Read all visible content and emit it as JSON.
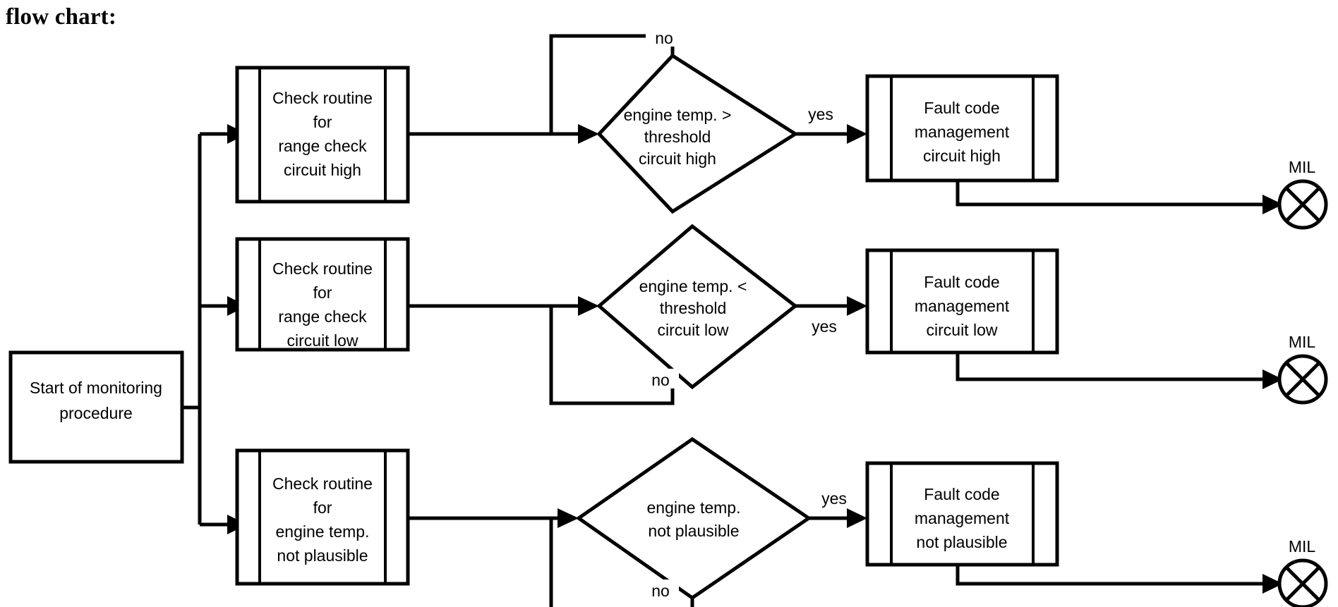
{
  "page": {
    "title": "flow chart:",
    "background_color": "#ffffff",
    "stroke_color": "#000000"
  },
  "chart_data": {
    "type": "diagram",
    "diagram_kind": "flowchart",
    "title": "flow chart:",
    "description": "Engine temperature sensor monitoring procedure with three parallel diagnostic branches: circuit high range check, circuit low range check, and plausibility check. Each branch evaluates a decision; a 'yes' result leads to fault code management which illuminates the MIL lamp, and a 'no' result loops back to re-enter the decision.",
    "nodes": [
      {
        "id": "start",
        "shape": "rectangle",
        "lines": [
          "Start of monitoring",
          "procedure"
        ]
      },
      {
        "id": "check-high",
        "shape": "predefined-process",
        "lines": [
          "Check routine",
          "for",
          "range check",
          "circuit high"
        ]
      },
      {
        "id": "check-low",
        "shape": "predefined-process",
        "lines": [
          "Check routine",
          "for",
          "range check",
          "circuit low"
        ]
      },
      {
        "id": "check-plaus",
        "shape": "predefined-process",
        "lines": [
          "Check routine",
          "for",
          "engine temp.",
          "not plausible"
        ]
      },
      {
        "id": "decision-high",
        "shape": "diamond",
        "lines": [
          "engine temp. >",
          "threshold",
          "circuit high"
        ]
      },
      {
        "id": "decision-low",
        "shape": "diamond",
        "lines": [
          "engine temp. <",
          "threshold",
          "circuit low"
        ]
      },
      {
        "id": "decision-plaus",
        "shape": "diamond",
        "lines": [
          "engine temp.",
          "not plausible"
        ]
      },
      {
        "id": "fault-high",
        "shape": "predefined-process",
        "lines": [
          "Fault code",
          "management",
          "circuit high"
        ]
      },
      {
        "id": "fault-low",
        "shape": "predefined-process",
        "lines": [
          "Fault code",
          "management",
          "circuit low"
        ]
      },
      {
        "id": "fault-plaus",
        "shape": "predefined-process",
        "lines": [
          "Fault code",
          "management",
          "not plausible"
        ]
      },
      {
        "id": "mil-high",
        "shape": "crossed-circle",
        "label": "MIL"
      },
      {
        "id": "mil-low",
        "shape": "crossed-circle",
        "label": "MIL"
      },
      {
        "id": "mil-plaus",
        "shape": "crossed-circle",
        "label": "MIL"
      }
    ],
    "edges": [
      {
        "from": "start",
        "to": "check-high",
        "label": ""
      },
      {
        "from": "start",
        "to": "check-low",
        "label": ""
      },
      {
        "from": "start",
        "to": "check-plaus",
        "label": ""
      },
      {
        "from": "check-high",
        "to": "decision-high",
        "label": ""
      },
      {
        "from": "check-low",
        "to": "decision-low",
        "label": ""
      },
      {
        "from": "check-plaus",
        "to": "decision-plaus",
        "label": ""
      },
      {
        "from": "decision-high",
        "to": "fault-high",
        "label": "yes"
      },
      {
        "from": "decision-high",
        "to": "decision-high",
        "label": "no",
        "route": "top-loop"
      },
      {
        "from": "decision-low",
        "to": "fault-low",
        "label": "yes"
      },
      {
        "from": "decision-low",
        "to": "decision-low",
        "label": "no",
        "route": "bottom-loop"
      },
      {
        "from": "decision-plaus",
        "to": "fault-plaus",
        "label": "yes"
      },
      {
        "from": "decision-plaus",
        "to": "decision-plaus",
        "label": "no",
        "route": "bottom-loop"
      },
      {
        "from": "fault-high",
        "to": "mil-high",
        "label": ""
      },
      {
        "from": "fault-low",
        "to": "mil-low",
        "label": ""
      },
      {
        "from": "fault-plaus",
        "to": "mil-plaus",
        "label": ""
      }
    ]
  },
  "nodes": {
    "start": {
      "line1": "Start of monitoring",
      "line2": "procedure"
    },
    "check_high": {
      "line1": "Check routine",
      "line2": "for",
      "line3": "range check",
      "line4": "circuit high"
    },
    "check_low": {
      "line1": "Check routine",
      "line2": "for",
      "line3": "range check",
      "line4": "circuit low"
    },
    "check_plaus": {
      "line1": "Check routine",
      "line2": "for",
      "line3": "engine temp.",
      "line4": "not plausible"
    },
    "decision_high": {
      "line1": "engine temp. >",
      "line2": "threshold",
      "line3": "circuit high"
    },
    "decision_low": {
      "line1": "engine temp. <",
      "line2": "threshold",
      "line3": "circuit low"
    },
    "decision_plaus": {
      "line1": "engine temp.",
      "line2": "not plausible"
    },
    "fault_high": {
      "line1": "Fault code",
      "line2": "management",
      "line3": "circuit high"
    },
    "fault_low": {
      "line1": "Fault code",
      "line2": "management",
      "line3": "circuit low"
    },
    "fault_plaus": {
      "line1": "Fault code",
      "line2": "management",
      "line3": "not plausible"
    }
  },
  "labels": {
    "no_high": "no",
    "yes_high": "yes",
    "no_low": "no",
    "yes_low": "yes",
    "no_plaus": "no",
    "yes_plaus": "yes",
    "mil_high": "MIL",
    "mil_low": "MIL",
    "mil_plaus": "MIL"
  }
}
